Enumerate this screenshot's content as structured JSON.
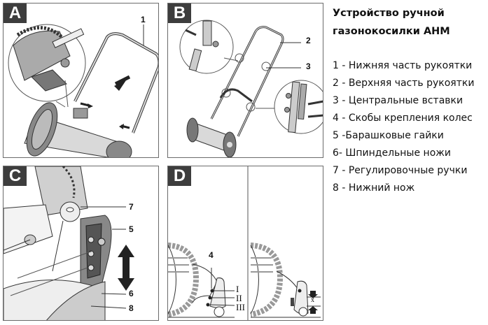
{
  "legend": {
    "title_line1": "Устройство ручной",
    "title_line2": "газонокосилки АНМ",
    "items": [
      "1 - Нижняя часть рукоятки",
      "2 - Верхняя часть рукоятки",
      "3 - Центральные вставки",
      "4 - Скобы крепления колес",
      "5 -Барашковые гайки",
      "6- Шпиндельные ножи",
      "7 - Регулировочные ручки",
      "8 - Нижний нож"
    ]
  },
  "panels": {
    "a": {
      "label": "A",
      "callouts": [
        "1"
      ]
    },
    "b": {
      "label": "B",
      "callouts": [
        "2",
        "3"
      ]
    },
    "c": {
      "label": "C",
      "callouts": [
        "7",
        "5",
        "6",
        "8"
      ]
    },
    "d": {
      "label": "D",
      "callouts": [
        "4"
      ],
      "positions": [
        "I",
        "II",
        "III"
      ],
      "gap_label": "x"
    }
  },
  "colors": {
    "badge": "#3d3d3d",
    "border": "#6b6b6b",
    "metal": "#c8c8c8"
  }
}
